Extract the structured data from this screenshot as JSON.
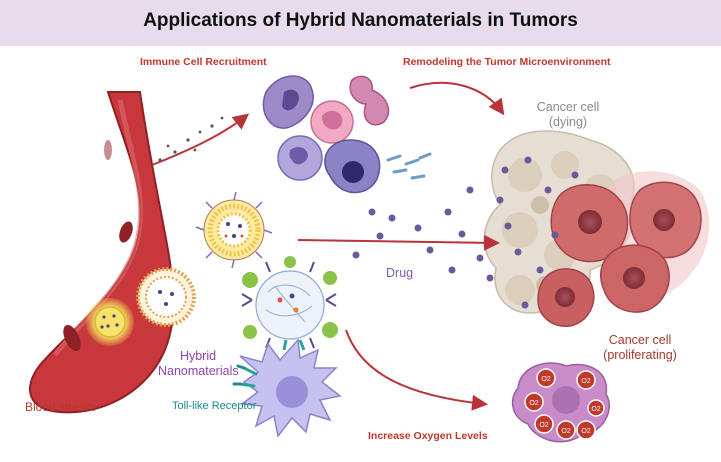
{
  "title": "Applications of Hybrid Nanomaterials in Tumors",
  "labels": {
    "immune_recruitment": "Immune Cell Recruitment",
    "remodeling": "Remodeling the Tumor Microenvironment",
    "cancer_dying_line1": "Cancer cell",
    "cancer_dying_line2": "(dying)",
    "drug": "Drug",
    "cancer_prolif_line1": "Cancer cell",
    "cancer_prolif_line2": "(proliferating)",
    "hybrid_line1": "Hybrid",
    "hybrid_line2": "Nanomaterials",
    "blood_stream": "Blood stream",
    "toll_like": "Toll-like Receptor",
    "oxygen": "Increase Oxygen Levels",
    "o2_label": "O2"
  },
  "colors": {
    "banner": "#e6dcec",
    "accent_red": "#c0392b",
    "vessel": "#b8343a",
    "nano_yellow": "#f3d34a",
    "immune_purple": "#9d8ac8"
  }
}
